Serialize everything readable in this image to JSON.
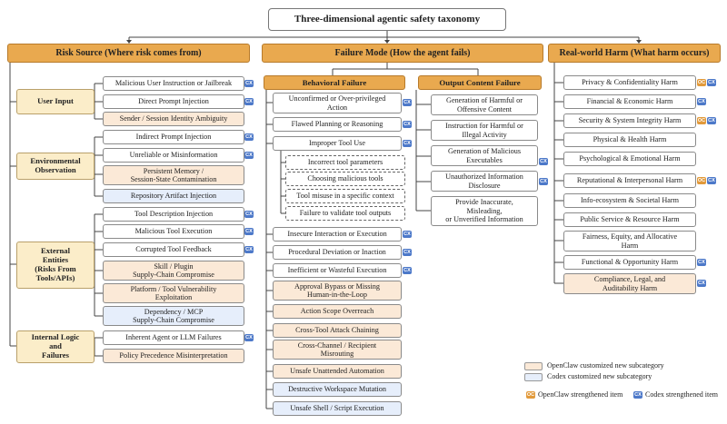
{
  "title": "Three-dimensional agentic safety taxonomy",
  "columns": {
    "risk_source": "Risk Source (Where risk comes from)",
    "failure_mode": "Failure Mode (How the agent fails)",
    "harm": "Real-world Harm (What harm occurs)"
  },
  "risk_source": {
    "user_input": {
      "label": "User Input",
      "items": [
        "Malicious User Instruction or Jailbreak",
        "Direct Prompt Injection",
        "Sender / Session Identity Ambiguity"
      ]
    },
    "env_obs": {
      "label": "Environmental\nObservation",
      "items": [
        "Indirect Prompt Injection",
        "Unreliable or Misinformation",
        "Persistent Memory /\nSession-State Contamination",
        "Repository Artifact Injection"
      ]
    },
    "external": {
      "label": "External\nEntities\n(Risks From\nTools/APIs)",
      "items": [
        "Tool Description Injection",
        "Malicious Tool Execution",
        "Corrupted Tool Feedback",
        "Skill / Plugin\nSupply-Chain Compromise",
        "Platform / Tool Vulnerability\nExploitation",
        "Dependency / MCP\nSupply-Chain Compromise"
      ]
    },
    "internal": {
      "label": "Internal Logic\nand\nFailures",
      "items": [
        "Inherent Agent or LLM Failures",
        "Policy Precedence Misinterpretation"
      ]
    }
  },
  "failure_mode": {
    "behavioral": {
      "label": "Behavioral Failure",
      "items": [
        "Unconfirmed or Over-privileged\nAction",
        "Flawed Planning or Reasoning",
        "Improper Tool Use"
      ],
      "tool_use_sub": [
        "Incorrect tool parameters",
        "Choosing malicious tools",
        "Tool misuse in a specific context",
        "Failure to validate tool outputs"
      ],
      "more_items": [
        "Insecure Interaction or Execution",
        "Procedural Deviation or Inaction",
        "Inefficient or Wasteful Execution",
        "Approval Bypass or Missing\nHuman-in-the-Loop",
        "Action Scope Overreach",
        "Cross-Tool Attack Chaining",
        "Cross-Channel / Recipient\nMisrouting",
        "Unsafe Unattended Automation",
        "Destructive Workspace Mutation",
        "Unsafe Shell / Script Execution"
      ]
    },
    "output": {
      "label": "Output Content Failure",
      "items": [
        "Generation of Harmful or\nOffensive Content",
        "Instruction for Harmful or\nIllegal Activity",
        "Generation of Malicious\nExecutables",
        "Unauthorized Information\nDisclosure",
        "Provide Inaccurate,\nMisleading,\nor Unverified Information"
      ]
    }
  },
  "harm": {
    "items": [
      "Privacy & Confidentiality Harm",
      "Financial & Economic Harm",
      "Security & System Integrity Harm",
      "Physical & Health Harm",
      "Psychological & Emotional Harm",
      "Reputational & Interpersonal Harm",
      "Info-ecosystem & Societal Harm",
      "Public Service & Resource Harm",
      "Fairness, Equity, and Allocative\nHarm",
      "Functional & Opportunity Harm",
      "Compliance, Legal, and\nAuditability Harm"
    ]
  },
  "badges": {
    "cx": "CX",
    "oc": "OC"
  },
  "legend": {
    "oc_new": "OpenClaw customized new subcategory",
    "cx_new": "Codex customized new subcategory",
    "oc_strength": "OpenClaw strengthened item",
    "cx_strength": "Codex strengthened item"
  },
  "colors": {
    "header": "#e9a94f",
    "category": "#fbedc9",
    "openclaw_fill": "#fbe9d7",
    "codex_fill": "#e6eefb",
    "cx_badge": "#4d79c9",
    "oc_badge": "#e29a3b"
  }
}
